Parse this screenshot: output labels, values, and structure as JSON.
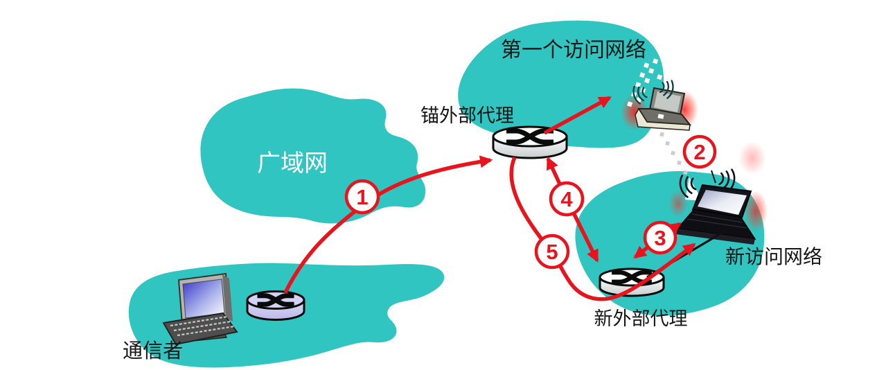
{
  "diagram": {
    "type": "network-mobility-diagram",
    "labels": {
      "wan": "广域网",
      "first_visited": "第一个访问网络",
      "new_visited": "新访问网络",
      "anchor_fa": "锚外部代理",
      "new_fa": "新外部代理",
      "correspondent": "通信者"
    },
    "steps": [
      "1",
      "2",
      "3",
      "4",
      "5"
    ],
    "icons": {
      "router": "cylinder-with-crossed-arrows",
      "desktop_computer": "monitor-and-keyboard",
      "mobile_laptop_old": "gray-laptop-with-red-glow",
      "mobile_laptop_new": "black-laptop-with-red-glow",
      "wifi": "radio-wave-arcs",
      "movement_trail": "dotted-squares"
    },
    "colors": {
      "network_fill": "#30c5c0",
      "arrow_red": "#e8131d",
      "label_black": "#161616",
      "wan_label": "#ffffff",
      "correspondent_router_fill": "#cbc8f0",
      "router_fill": "#f3f6f6",
      "link_black": "#111111"
    }
  }
}
